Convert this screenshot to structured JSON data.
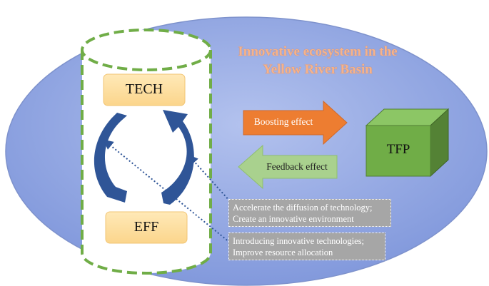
{
  "title_line1": "Innovative ecosystem in the",
  "title_line2": "Yellow River Basin",
  "tech_label": "TECH",
  "eff_label": "EFF",
  "tfp_label": "TFP",
  "boosting_label": "Boosting effect",
  "feedback_label": "Feedback effect",
  "note1_line1": "Accelerate the diffusion of technology;",
  "note1_line2": "Create an innovative environment",
  "note2_line1": "Introducing innovative technologies;",
  "note2_line2": "Improve resource allocation",
  "colors": {
    "ellipse": "#8fa3e0",
    "dashed_border": "#70ad47",
    "orange_box": "#fde1a6",
    "boost_arrow": "#ed7d31",
    "feedback_arrow": "#a9d18e",
    "tfp_cube": "#70ad47",
    "cycle_arrow": "#2f5597",
    "note_bg": "#a6a6a6"
  }
}
